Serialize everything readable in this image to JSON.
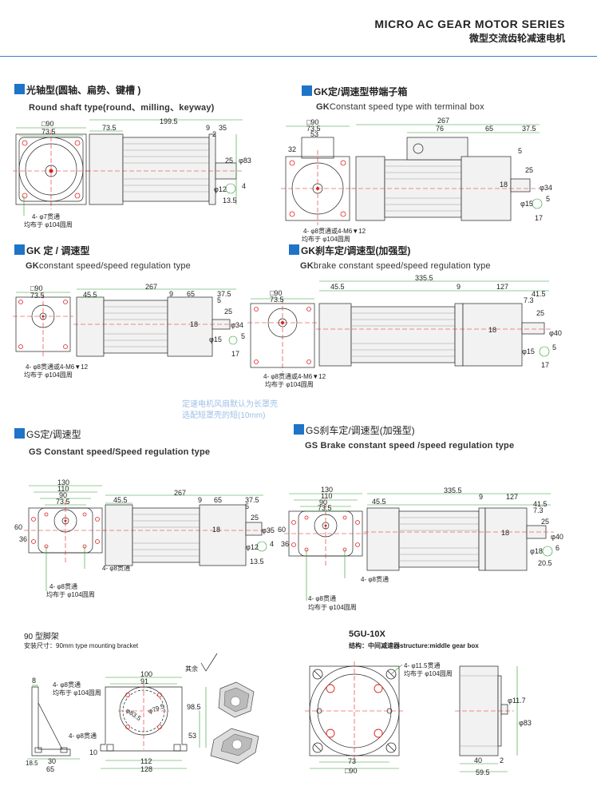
{
  "header": {
    "title_en": "MICRO AC GEAR MOTOR SERIES",
    "title_cn": "微型交流齿轮减速电机"
  },
  "sections": {
    "round_shaft": {
      "cn": "光轴型(圆轴、扁势、键槽 )",
      "en": "Round shaft type(round、milling、keyway)"
    },
    "gk_terminal": {
      "cn": "GK定/调速型带端子箱",
      "en_bold": "GK",
      "en": "Constant speed type with terminal box"
    },
    "gk_constant": {
      "cn": "GK 定 / 调速型",
      "en_bold": "GK",
      "en": "constant speed/speed regulation type"
    },
    "gk_brake": {
      "cn": "GK刹车定/调速型(加强型)",
      "en_bold": "GK",
      "en": "brake constant speed/speed regulation type"
    },
    "gs_constant": {
      "cn": "GS定/调速型",
      "en": "GS Constant speed/Speed regulation type"
    },
    "gs_brake": {
      "cn": "GS刹车定/调速型(加强型)",
      "en": "GS Brake constant speed /speed regulation type"
    }
  },
  "fan_note": [
    "定速电机风扇默认为长罩壳",
    "选配短罩壳的短(10mm)"
  ],
  "bracket": {
    "title": "90 型脚架",
    "sub": "安装尺寸：90mm type mounting bracket",
    "other": "其余"
  },
  "gu": {
    "title": "5GU-10X",
    "sub": "结构：中间减速器structure:middle gear box"
  },
  "dims": {
    "d1": {
      "sq": "□90",
      "a": "73.5",
      "len": "199.5",
      "b": "9",
      "c": "35",
      "d": "2",
      "e": "25",
      "f": "φ83",
      "g": "φ12",
      "h": "4",
      "i": "13.5",
      "hole1": "4- φ7贯通",
      "hole2": "均布于 φ104圆周"
    },
    "d2": {
      "sq": "□90",
      "a": "73.5",
      "b": "53",
      "c": "32",
      "len": "267",
      "d": "76",
      "e": "65",
      "f": "37.5",
      "g": "5",
      "h": "25",
      "i": "18",
      "j": "φ34",
      "k": "φ15",
      "l": "5",
      "m": "17",
      "hole1": "4- φ8贯通或4-M6▼12",
      "hole2": "均布于 φ104圆周"
    },
    "d3": {
      "sq": "□90",
      "a": "73.5",
      "len": "267",
      "b": "45.5",
      "c": "9",
      "d": "65",
      "e": "37.5",
      "f": "5",
      "g": "25",
      "h": "18",
      "i": "φ34",
      "j": "φ15",
      "k": "5",
      "l": "17",
      "hole1": "4- φ8贯通或4-M6▼12",
      "hole2": "均布于 φ104圆周"
    },
    "d4": {
      "sq": "□90",
      "a": "73.5",
      "len": "335.5",
      "b": "45.5",
      "c": "9",
      "d": "127",
      "e": "41.5",
      "f": "7.3",
      "g": "25",
      "h": "18",
      "i": "φ40",
      "j": "φ15",
      "k": "5",
      "l": "17",
      "hole1": "4- φ8贯通或4-M6▼12",
      "hole2": "均布于 φ104圆周"
    },
    "d5": {
      "a": "130",
      "b": "110",
      "c": "90",
      "d": "73.5",
      "e": "60",
      "f": "36",
      "len": "267",
      "g": "45.5",
      "h": "9",
      "i": "65",
      "j": "37.5",
      "k": "5",
      "l": "25",
      "m": "18",
      "n": "φ35",
      "o": "φ12",
      "p": "4",
      "q": "13.5",
      "hole_a": "4- φ8贯通",
      "hole1": "4- φ8贯通",
      "hole2": "均布于 φ104圆周"
    },
    "d6": {
      "a": "130",
      "b": "110",
      "c": "90",
      "d": "73.5",
      "e": "60",
      "f": "36",
      "len": "335.5",
      "g": "45.5",
      "h": "9",
      "i": "127",
      "j": "41.5",
      "k": "7.3",
      "l": "25",
      "m": "18",
      "n": "φ40",
      "o": "φ18",
      "p": "6",
      "q": "20.5",
      "hole_a": "4- φ8贯通",
      "hole1": "4- φ8贯通",
      "hole2": "均布于 φ104圆周"
    },
    "d7": {
      "a": "8",
      "b": "4- φ8贯通",
      "c": "均布于 φ104圆周",
      "d": "4- φ8贯通",
      "e": "18.5",
      "f": "30",
      "g": "65",
      "h": "100",
      "i": "91",
      "j": "φ83.5",
      "k": "φ79.5",
      "l": "98.5",
      "m": "53",
      "n": "10",
      "o": "112",
      "p": "128"
    },
    "d8": {
      "a": "4- φ11.5贯通",
      "b": "均布于 φ104圆周",
      "c": "φ11.7",
      "d": "φ83",
      "e": "73",
      "f": "□90",
      "g": "40",
      "h": "2",
      "i": "59.5"
    }
  }
}
